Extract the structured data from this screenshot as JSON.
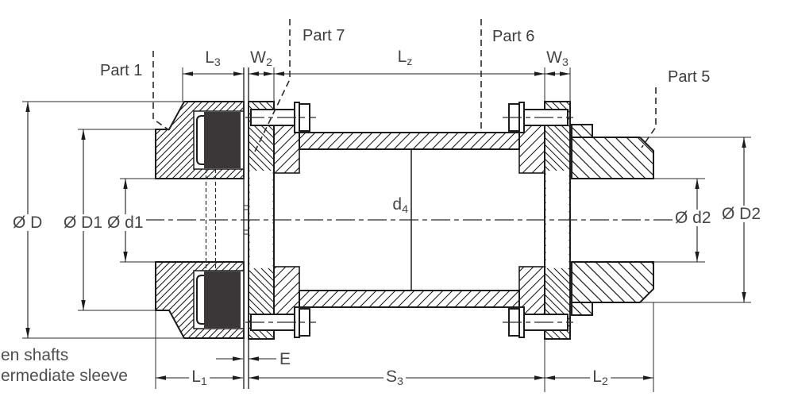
{
  "drawing": {
    "title": "coupling-cross-section",
    "part_labels": {
      "part1": "Part 1",
      "part5": "Part 5",
      "part6": "Part 6",
      "part7": "Part 7"
    },
    "dimensions": {
      "L3": {
        "base": "L",
        "sub": "3"
      },
      "W2": {
        "base": "W",
        "sub": "2"
      },
      "Lz": {
        "base": "L",
        "sub": "z"
      },
      "W3": {
        "base": "W",
        "sub": "3"
      },
      "L1": {
        "base": "L",
        "sub": "1"
      },
      "E": {
        "base": "E",
        "sub": ""
      },
      "S3": {
        "base": "S",
        "sub": "3"
      },
      "L2": {
        "base": "L",
        "sub": "2"
      },
      "d4": {
        "base": "d",
        "sub": "4"
      },
      "D": "Ø D",
      "D1": "Ø D1",
      "d1": "Ø d1",
      "d2": "Ø d2",
      "D2": "Ø D2"
    },
    "legend": {
      "line1": "en shafts",
      "line2": "ermediate sleeve"
    },
    "colors": {
      "line": "#1c1c1c",
      "label": "#474747",
      "elastomer": "#3b3738",
      "background": "#ffffff"
    }
  }
}
